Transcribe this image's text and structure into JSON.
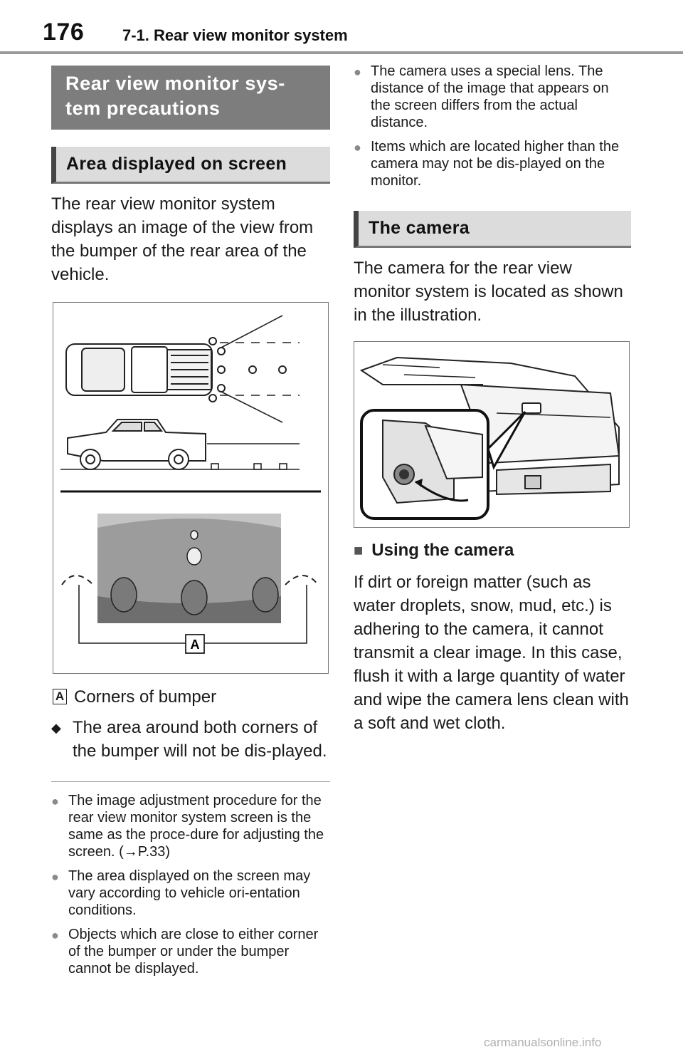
{
  "header": {
    "page_number": "176",
    "section_title": "7-1. Rear view monitor system"
  },
  "left": {
    "main_heading": "Rear view monitor sys-\ntem precautions",
    "sub_heading": "Area displayed on screen",
    "intro_text": "The rear view monitor system displays an image of the view from the bumper of the rear area of the vehicle.",
    "figure_label": "A",
    "legend_label": "A",
    "legend_text": "Corners of bumper",
    "bullet_text": "The area around both corners of the bumper will not be dis-played.",
    "notes": [
      "The image adjustment procedure for the rear view monitor system screen is the same as the proce-dure for adjusting the screen. (→P.33)",
      "The area displayed on the screen may vary according to vehicle ori-entation conditions.",
      "Objects which are close to either corner of the bumper or under the bumper cannot be displayed."
    ]
  },
  "right": {
    "notes": [
      "The camera uses a special lens. The distance of the image that appears on the screen differs from the actual distance.",
      "Items which are located higher than the camera may not be dis-played on the monitor."
    ],
    "sub_heading": "The camera",
    "camera_text": "The camera for the rear view monitor system is located as shown in the illustration.",
    "using_heading": "Using the camera",
    "using_text": "If dirt or foreign matter (such as water droplets, snow, mud, etc.) is adhering to the camera, it cannot transmit a clear image. In this case, flush it with a large quantity of water and wipe the camera lens clean with a soft and wet cloth."
  },
  "watermark": "carmanualsonline.info",
  "icons": {
    "bullet": "●",
    "diamond": "◆",
    "square": "■"
  }
}
